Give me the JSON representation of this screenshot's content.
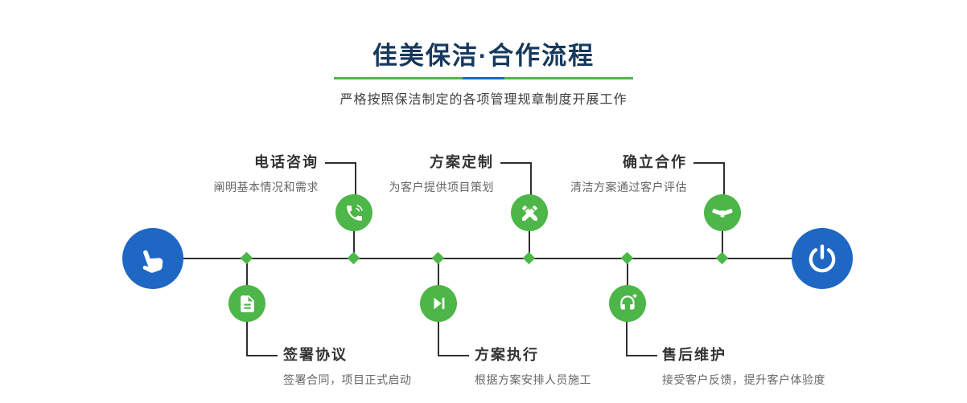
{
  "header": {
    "title": "佳美保洁·合作流程",
    "subtitle": "严格按照保洁制定的各项管理规章制度开展工作"
  },
  "colors": {
    "green": "#4db648",
    "blue": "#1e68c4",
    "navy": "#17395c",
    "line": "#2f2f2f",
    "text": "#333333",
    "desc": "#666666",
    "bg": "#ffffff"
  },
  "flow": {
    "start": {
      "icon": "pointing-hand-icon"
    },
    "end": {
      "icon": "power-icon"
    },
    "top_steps": [
      {
        "title": "电话咨询",
        "desc": "阐明基本情况和需求",
        "icon": "phone-icon"
      },
      {
        "title": "方案定制",
        "desc": "为客户提供项目策划",
        "icon": "crossed-pens-icon"
      },
      {
        "title": "确立合作",
        "desc": "清洁方案通过客户评估",
        "icon": "handshake-icon"
      }
    ],
    "bottom_steps": [
      {
        "title": "签署协议",
        "desc": "签署合同，项目正式启动",
        "icon": "contract-icon"
      },
      {
        "title": "方案执行",
        "desc": "根据方案安排人员施工",
        "icon": "play-icon"
      },
      {
        "title": "售后维护",
        "desc": "接受客户反馈，提升客户体验度",
        "icon": "headset-icon"
      }
    ]
  }
}
